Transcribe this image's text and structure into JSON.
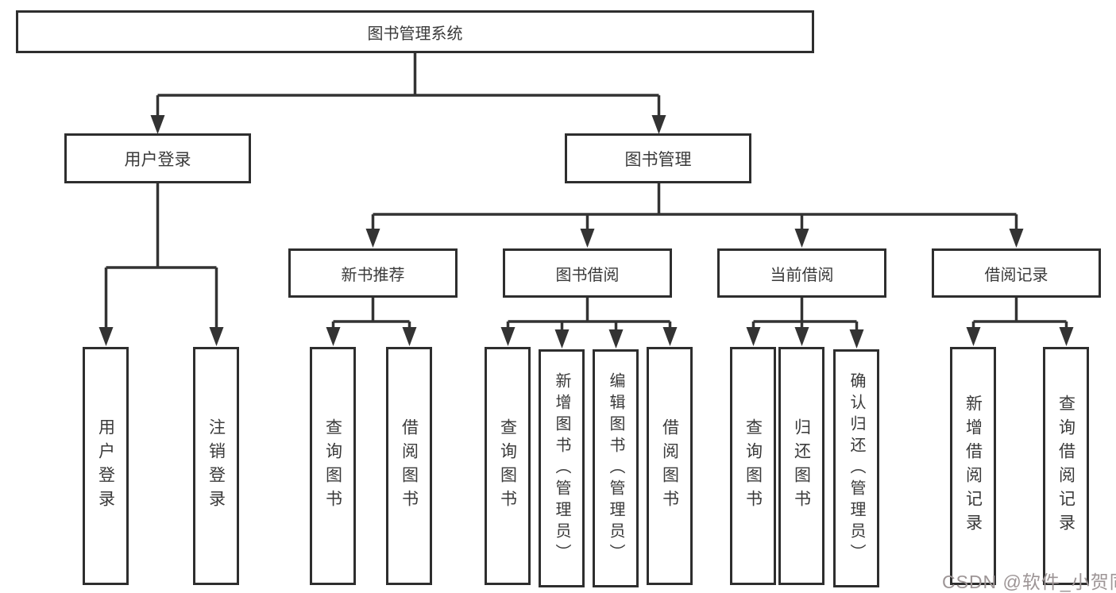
{
  "title": "图书管理系统",
  "tree": {
    "root": {
      "label": "图书管理系统",
      "children": [
        {
          "label": "用户登录",
          "children": [
            {
              "label": "用户登录"
            },
            {
              "label": "注销登录"
            }
          ]
        },
        {
          "label": "图书管理",
          "children": [
            {
              "label": "新书推荐",
              "children": [
                {
                  "label": "查询图书"
                },
                {
                  "label": "借阅图书"
                }
              ]
            },
            {
              "label": "图书借阅",
              "children": [
                {
                  "label": "查询图书"
                },
                {
                  "label": "新增图书（管理员）"
                },
                {
                  "label": "编辑图书（管理员）"
                },
                {
                  "label": "借阅图书"
                }
              ]
            },
            {
              "label": "当前借阅",
              "children": [
                {
                  "label": "查询图书"
                },
                {
                  "label": "归还图书"
                },
                {
                  "label": "确认归还（管理员）"
                }
              ]
            },
            {
              "label": "借阅记录",
              "children": [
                {
                  "label": "新增借阅记录"
                },
                {
                  "label": "查询借阅记录"
                }
              ]
            }
          ]
        }
      ]
    }
  },
  "watermark": {
    "text": "CSDN @软件_小贺同学"
  },
  "colors": {
    "line": "#333333",
    "box_border": "#2e2e2e",
    "text": "#3a3a3a",
    "watermark": "#9d9596",
    "background": "#ffffff"
  }
}
